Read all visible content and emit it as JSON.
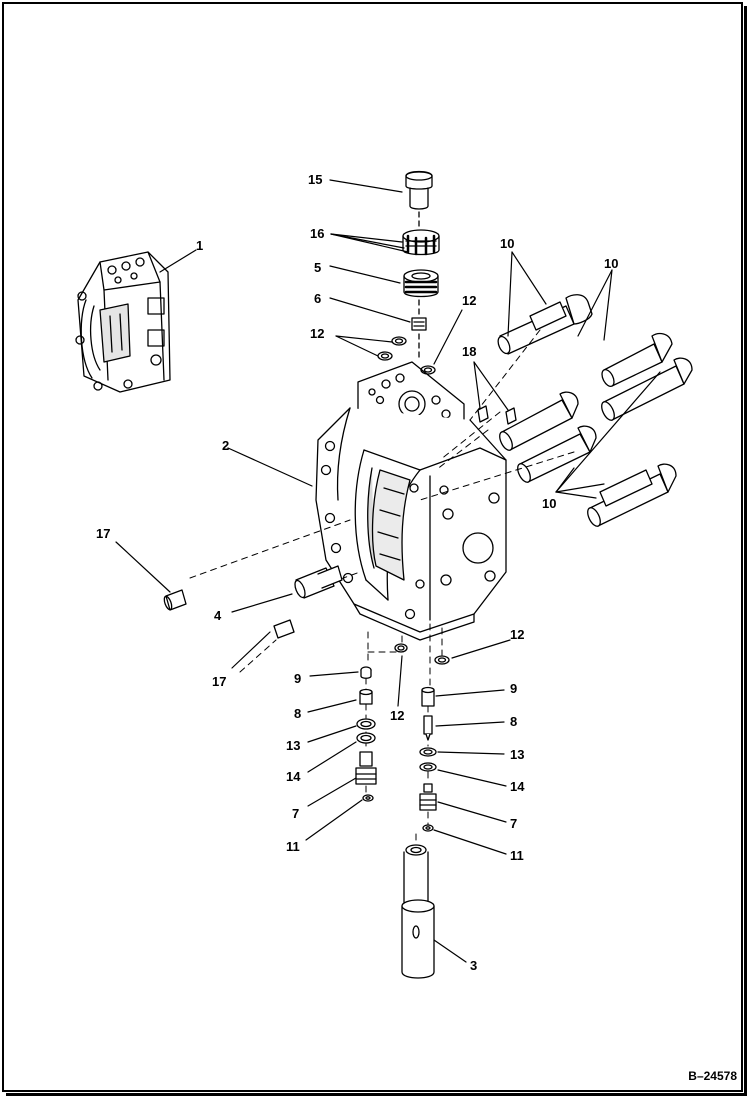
{
  "figure": {
    "id": "B–24578",
    "colors": {
      "line": "#000000",
      "paper": "#ffffff",
      "shade": "#d9d9d9"
    }
  },
  "callouts": [
    {
      "label": "1",
      "part": "pump-assembly-overview"
    },
    {
      "label": "2",
      "part": "housing"
    },
    {
      "label": "3",
      "part": "spool"
    },
    {
      "label": "4",
      "part": "plug-fitting"
    },
    {
      "label": "5",
      "part": "adjuster"
    },
    {
      "label": "6",
      "part": "pin"
    },
    {
      "label": "7",
      "part": "plug-left"
    },
    {
      "label": "7",
      "part": "plug-right"
    },
    {
      "label": "8",
      "part": "piston-left"
    },
    {
      "label": "8",
      "part": "piston-right"
    },
    {
      "label": "9",
      "part": "seat-left"
    },
    {
      "label": "9",
      "part": "seat-right"
    },
    {
      "label": "10",
      "part": "bolts-top-left"
    },
    {
      "label": "10",
      "part": "bolts-top-right"
    },
    {
      "label": "10",
      "part": "bolts-lower"
    },
    {
      "label": "11",
      "part": "washer-left"
    },
    {
      "label": "11",
      "part": "washer-right"
    },
    {
      "label": "12",
      "part": "o-rings-top-left"
    },
    {
      "label": "12",
      "part": "o-ring-top-right"
    },
    {
      "label": "12",
      "part": "o-ring-bottom-center"
    },
    {
      "label": "12",
      "part": "o-ring-bottom-right"
    },
    {
      "label": "13",
      "part": "ring-left"
    },
    {
      "label": "13",
      "part": "ring-right"
    },
    {
      "label": "14",
      "part": "seal-left"
    },
    {
      "label": "14",
      "part": "seal-right"
    },
    {
      "label": "15",
      "part": "cap-screw"
    },
    {
      "label": "16",
      "part": "lock-nut"
    },
    {
      "label": "17",
      "part": "dowel-left"
    },
    {
      "label": "17",
      "part": "dowel-lower"
    },
    {
      "label": "18",
      "part": "dowel-pins"
    }
  ]
}
